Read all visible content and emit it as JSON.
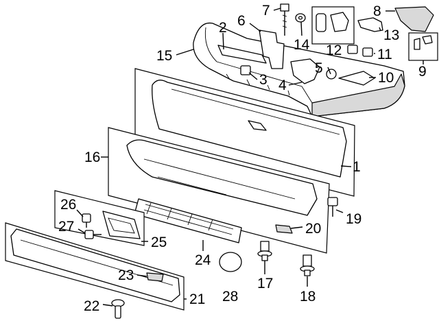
{
  "callouts": [
    {
      "id": "1",
      "text": "1"
    },
    {
      "id": "2",
      "text": "2"
    },
    {
      "id": "3",
      "text": "3"
    },
    {
      "id": "4",
      "text": "4"
    },
    {
      "id": "5",
      "text": "5"
    },
    {
      "id": "6",
      "text": "6"
    },
    {
      "id": "7",
      "text": "7"
    },
    {
      "id": "8",
      "text": "8"
    },
    {
      "id": "9",
      "text": "9"
    },
    {
      "id": "10",
      "text": "10"
    },
    {
      "id": "11",
      "text": "11"
    },
    {
      "id": "12",
      "text": "12"
    },
    {
      "id": "13",
      "text": "13"
    },
    {
      "id": "14",
      "text": "14"
    },
    {
      "id": "15",
      "text": "15"
    },
    {
      "id": "16",
      "text": "16"
    },
    {
      "id": "17",
      "text": "17"
    },
    {
      "id": "18",
      "text": "18"
    },
    {
      "id": "19",
      "text": "19"
    },
    {
      "id": "20",
      "text": "20"
    },
    {
      "id": "21",
      "text": "21"
    },
    {
      "id": "22",
      "text": "22"
    },
    {
      "id": "23",
      "text": "23"
    },
    {
      "id": "24",
      "text": "24"
    },
    {
      "id": "25",
      "text": "25"
    },
    {
      "id": "26",
      "text": "26"
    },
    {
      "id": "27",
      "text": "27"
    },
    {
      "id": "28",
      "text": "28"
    }
  ],
  "colors": {
    "line": "#000000",
    "part_fill": "#ffffff",
    "shade": "#d9d9d9"
  }
}
